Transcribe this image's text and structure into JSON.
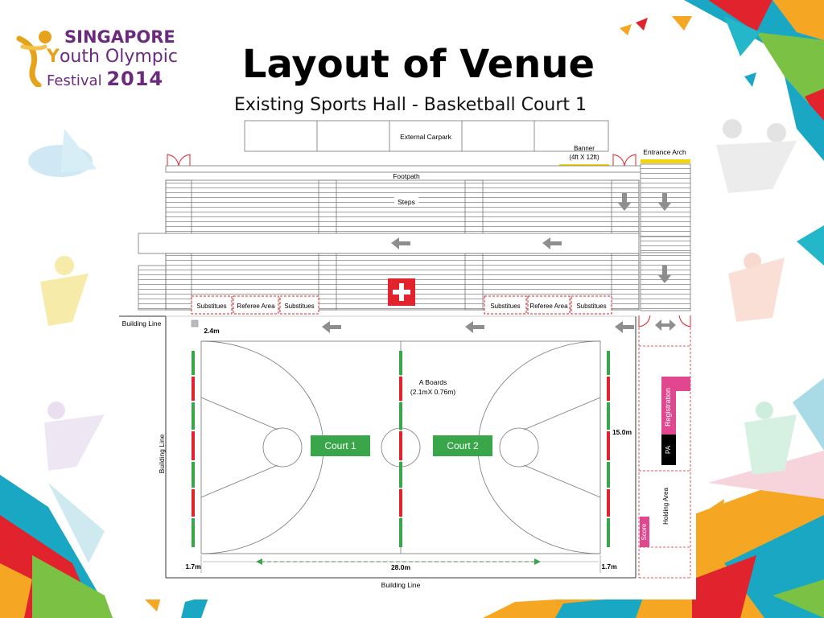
{
  "logo": {
    "line1": "SINGAPORE",
    "line2_initial": "Y",
    "line2_rest": "outh Olympic",
    "line3": "Festival",
    "year": "2014"
  },
  "slide": {
    "title": "Layout of Venue",
    "subtitle": "Existing Sports Hall - Basketball Court 1"
  },
  "plan": {
    "external_carpark": "External Carpark",
    "banner_line1": "Banner",
    "banner_line2": "(4ft X 12ft)",
    "entrance_arch": "Entrance Arch",
    "footpath": "Footpath",
    "steps": "Steps",
    "substitutes": "Substitues",
    "referee_area": "Referee Area",
    "building_line": "Building Line",
    "dim_top": "2.4m",
    "a_boards_line1": "A Boards",
    "a_boards_line2": "(2.1mX 0.76m)",
    "court1": "Court 1",
    "court2": "Court 2",
    "dim_width": "15.0m",
    "dim_length": "28.0m",
    "dim_left": "1.7m",
    "dim_right": "1.7m",
    "registration": "Registration",
    "pa": "PA",
    "holding_area": "Holding Area",
    "score": "Score"
  },
  "colors": {
    "purple": "#6b2a7e",
    "orange": "#e6a21a",
    "pink": "#e0478f",
    "court_green": "#3aa64a",
    "red": "#e1232e",
    "banner_yellow": "#f2d40f",
    "arrow_grey": "#8e8e8e"
  }
}
